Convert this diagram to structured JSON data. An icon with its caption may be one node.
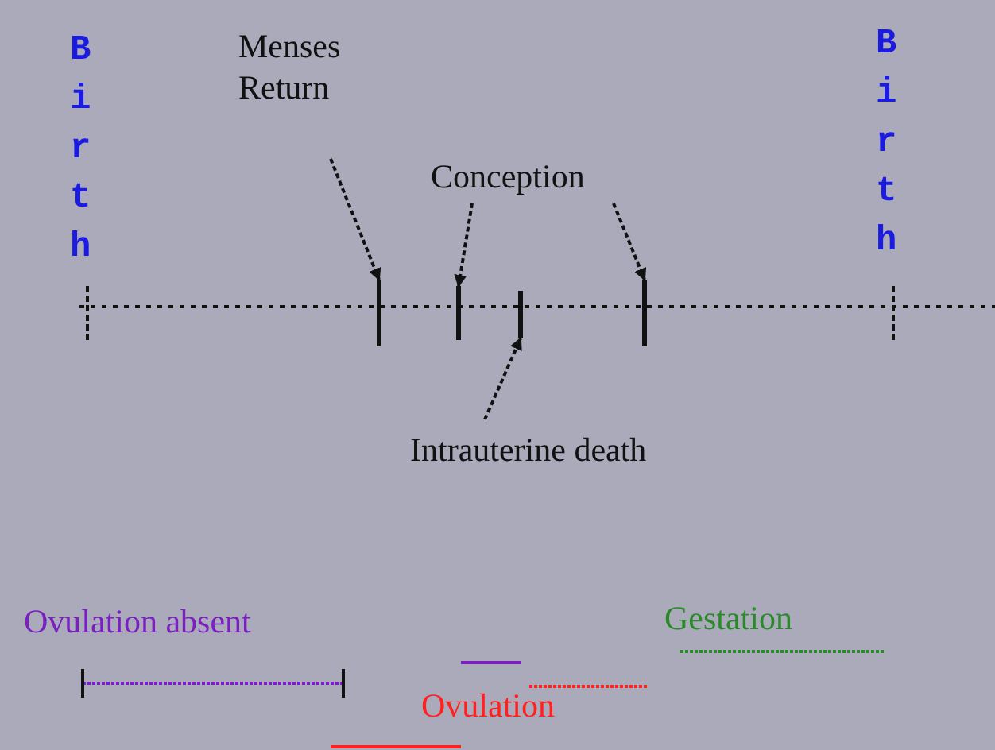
{
  "diagram": {
    "nodes": [
      {
        "text": [
          "Menses Return"
        ]
      },
      {
        "text": [
          "Conception"
        ]
      },
      {
        "text": [
          "Intrauterine death"
        ]
      },
      {
        "text": [],
        "shape": "bar"
      },
      {
        "text": [],
        "shape": "bar"
      },
      {
        "text": [],
        "shape": "bar"
      },
      {
        "text": [],
        "shape": "bar"
      }
    ],
    "edges": [
      {
        "from": 0,
        "to": 3,
        "arrow": "to"
      },
      {
        "from": 1,
        "to": 4,
        "arrow": "to"
      },
      {
        "from": 1,
        "to": 6,
        "arrow": "to"
      },
      {
        "from": 2,
        "to": 5,
        "arrow": "to"
      }
    ],
    "labels": [
      "Birth",
      "Birth"
    ],
    "legend": [
      {
        "text": "Ovulation absent"
      },
      {
        "text": "Gestation"
      },
      {
        "text": "Ovulation"
      }
    ]
  }
}
